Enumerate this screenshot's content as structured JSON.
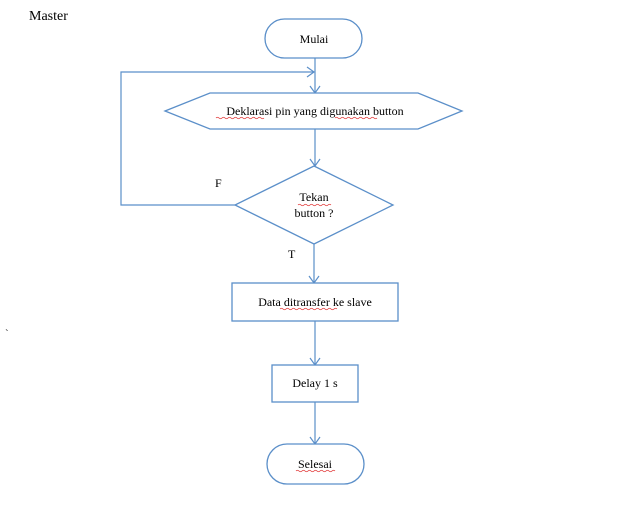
{
  "title": "Master",
  "stray_mark": "`",
  "flowchart": {
    "start": "Mulai",
    "declare": "Deklarasi pin yang digunakan button",
    "decision_line1": "Tekan",
    "decision_line2": "button ?",
    "false_label": "F",
    "true_label": "T",
    "transfer": "Data ditransfer ke slave",
    "delay": "Delay 1 s",
    "end": "Selesai"
  },
  "colors": {
    "stroke": "#5b8fc9",
    "spellcheck": "#e03030"
  }
}
